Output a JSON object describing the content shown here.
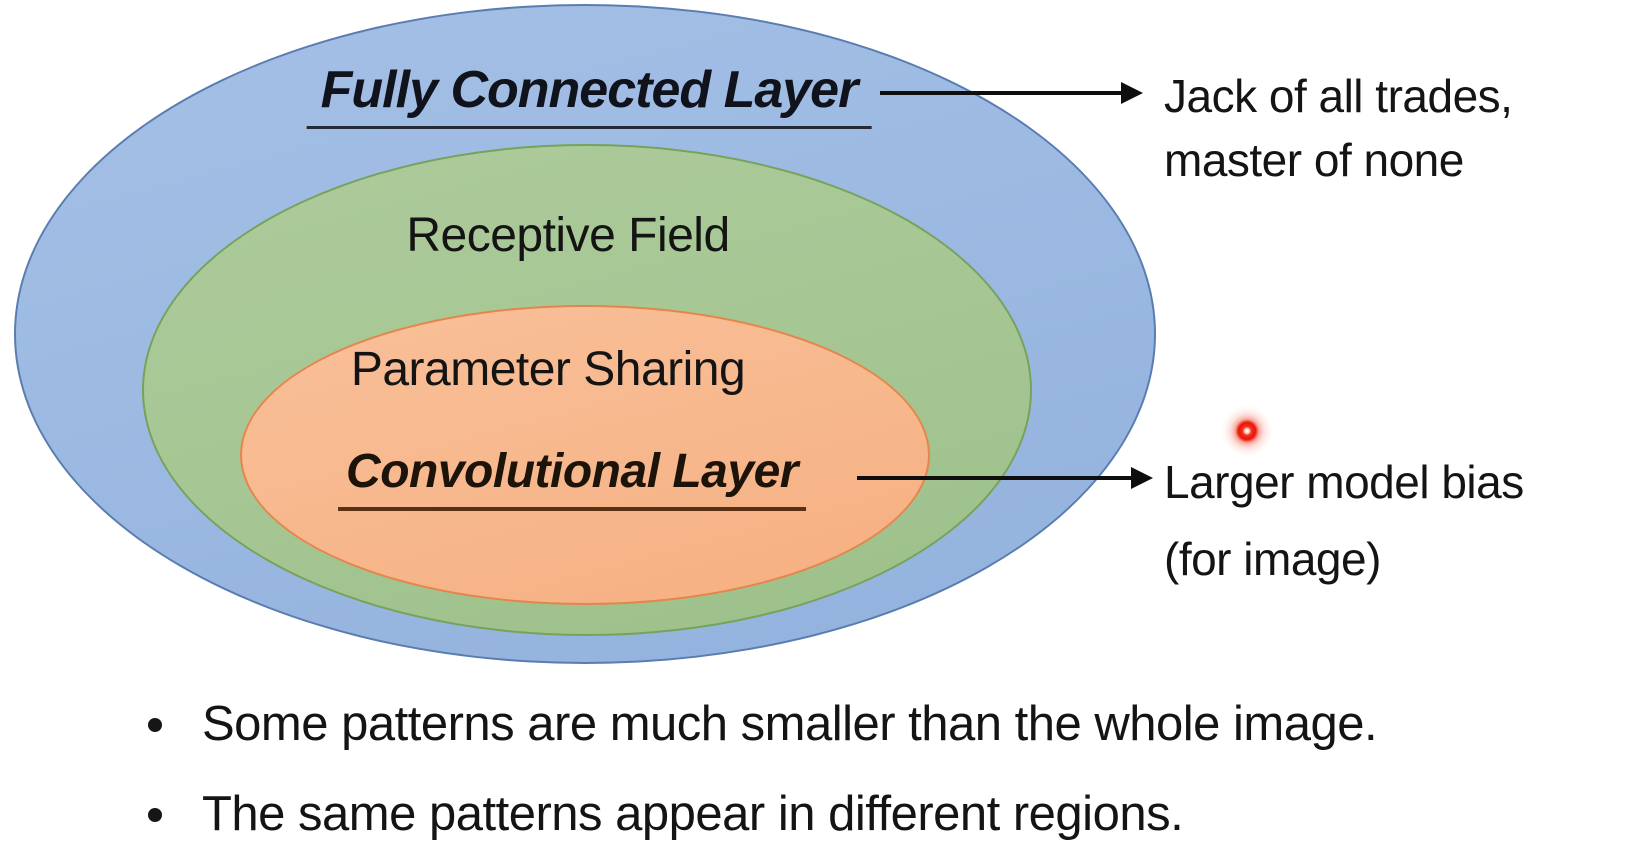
{
  "diagram": {
    "outer_label": "Fully Connected Layer",
    "middle_label": "Receptive Field",
    "inner_top_label": "Parameter Sharing",
    "inner_label": "Convolutional Layer",
    "colors": {
      "outer_fill": "#9ab8e1",
      "outer_border": "#5a7db1",
      "middle_fill": "#a5c693",
      "middle_border": "#76a35a",
      "inner_fill": "#f7b78c",
      "inner_border": "#e5854c"
    }
  },
  "annotations": {
    "fully_connected_note_line1": "Jack of all trades,",
    "fully_connected_note_line2": "master of none",
    "convolutional_note_line1": "Larger model bias",
    "convolutional_note_line2": "(for image)",
    "laser_pointer_color": "#e81505"
  },
  "bullets": [
    "Some patterns are much smaller than the whole image.",
    "The same patterns appear in different regions."
  ]
}
